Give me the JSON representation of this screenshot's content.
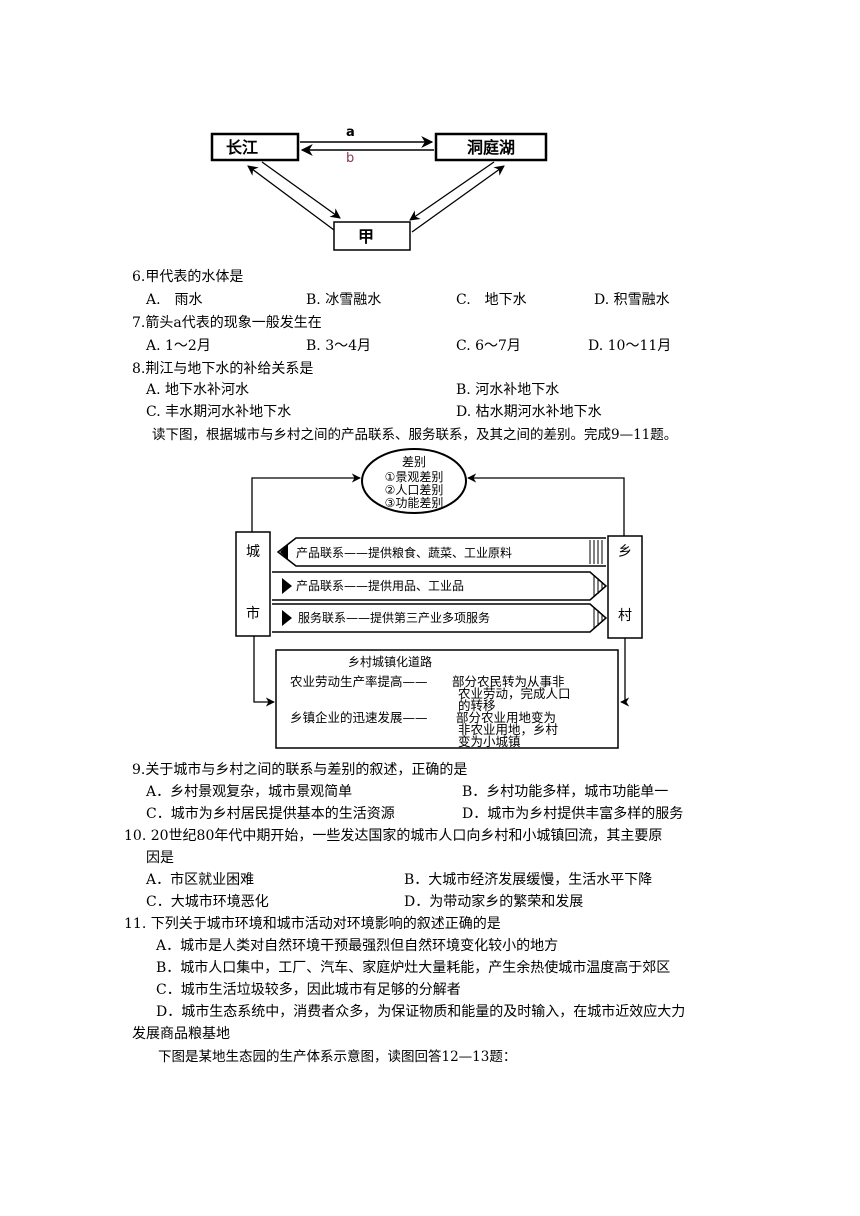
{
  "diagram1": {
    "box_changjiang": "长江",
    "box_dongting": "洞庭湖",
    "box_jia": "甲",
    "arrow_a": "a",
    "arrow_b": "b"
  },
  "questions_part1": [
    {
      "num": "6.",
      "stem": "甲代表的水体是",
      "options": [
        "A.　雨水",
        "B. 冰雪融水",
        "C.　地下水",
        "D. 积雪融水"
      ]
    },
    {
      "num": "7.",
      "stem": "箭头a代表的现象一般发生在",
      "options": [
        "A. 1～2月",
        "B. 3～4月",
        "C. 6～7月",
        "D. 10～11月"
      ]
    },
    {
      "num": "8.",
      "stem": "荆江与地下水的补给关系是",
      "options": [
        "A. 地下水补河水",
        "B. 河水补地下水",
        "C. 丰水期河水补地下水",
        "D. 枯水期河水补地下水"
      ]
    }
  ],
  "intro2": "读下图，根据城市与乡村之间的产品联系、服务联系，及其之间的差别。完成9—11题。",
  "diagram2": {
    "diff_title": "差别",
    "diff_items": [
      "①景观差别",
      "②人口差别",
      "③功能差别"
    ],
    "city_chars": [
      "城",
      "市"
    ],
    "village_chars": [
      "乡",
      "村"
    ],
    "link1": "产品联系——提供粮食、蔬菜、工业原料",
    "link2": "产品联系——提供用品、工业品",
    "link3": "服务联系——提供第三产业多项服务",
    "path_title": "乡村城镇化道路",
    "path_row1_left": "农业劳动生产率提高——",
    "path_row1_right": [
      "部分农民转为从事非",
      "农业劳动，完成人口",
      "的转移"
    ],
    "path_row2_left": "乡镇企业的迅速发展——",
    "path_row2_right": [
      "部分农业用地变为",
      "非农业用地，乡村",
      "变为小城镇"
    ]
  },
  "questions_part2": [
    {
      "num": "9.",
      "stem": "关于城市与乡村之间的联系与差别的叙述，正确的是",
      "options": [
        "A．乡村景观复杂，城市景观简单",
        "B．乡村功能多样，城市功能单一",
        "C．城市为乡村居民提供基本的生活资源",
        "D．城市为乡村提供丰富多样的服务"
      ]
    },
    {
      "num": "10.",
      "stem": "20世纪80年代中期开始，一些发达国家的城市人口向乡村和小城镇回流，其主要原",
      "stem2": "因是",
      "options": [
        "A．市区就业困难",
        "B．大城市经济发展缓慢，生活水平下降",
        "C．大城市环境恶化",
        "D．为带动家乡的繁荣和发展"
      ]
    },
    {
      "num": "11.",
      "stem": "下列关于城市环境和城市活动对环境影响的叙述正确的是",
      "options": [
        "A．城市是人类对自然环境干预最强烈但自然环境变化较小的地方",
        "B．城市人口集中，工厂、汽车、家庭炉灶大量耗能，产生余热使城市温度高于郊区",
        "C．城市生活垃圾较多，因此城市有足够的分解者",
        "D．城市生态系统中，消费者众多，为保证物质和能量的及时输入，在城市近效应大力",
        "发展商品粮基地"
      ]
    }
  ],
  "intro3": "下图是某地生态园的生产体系示意图，读图回答12—13题："
}
